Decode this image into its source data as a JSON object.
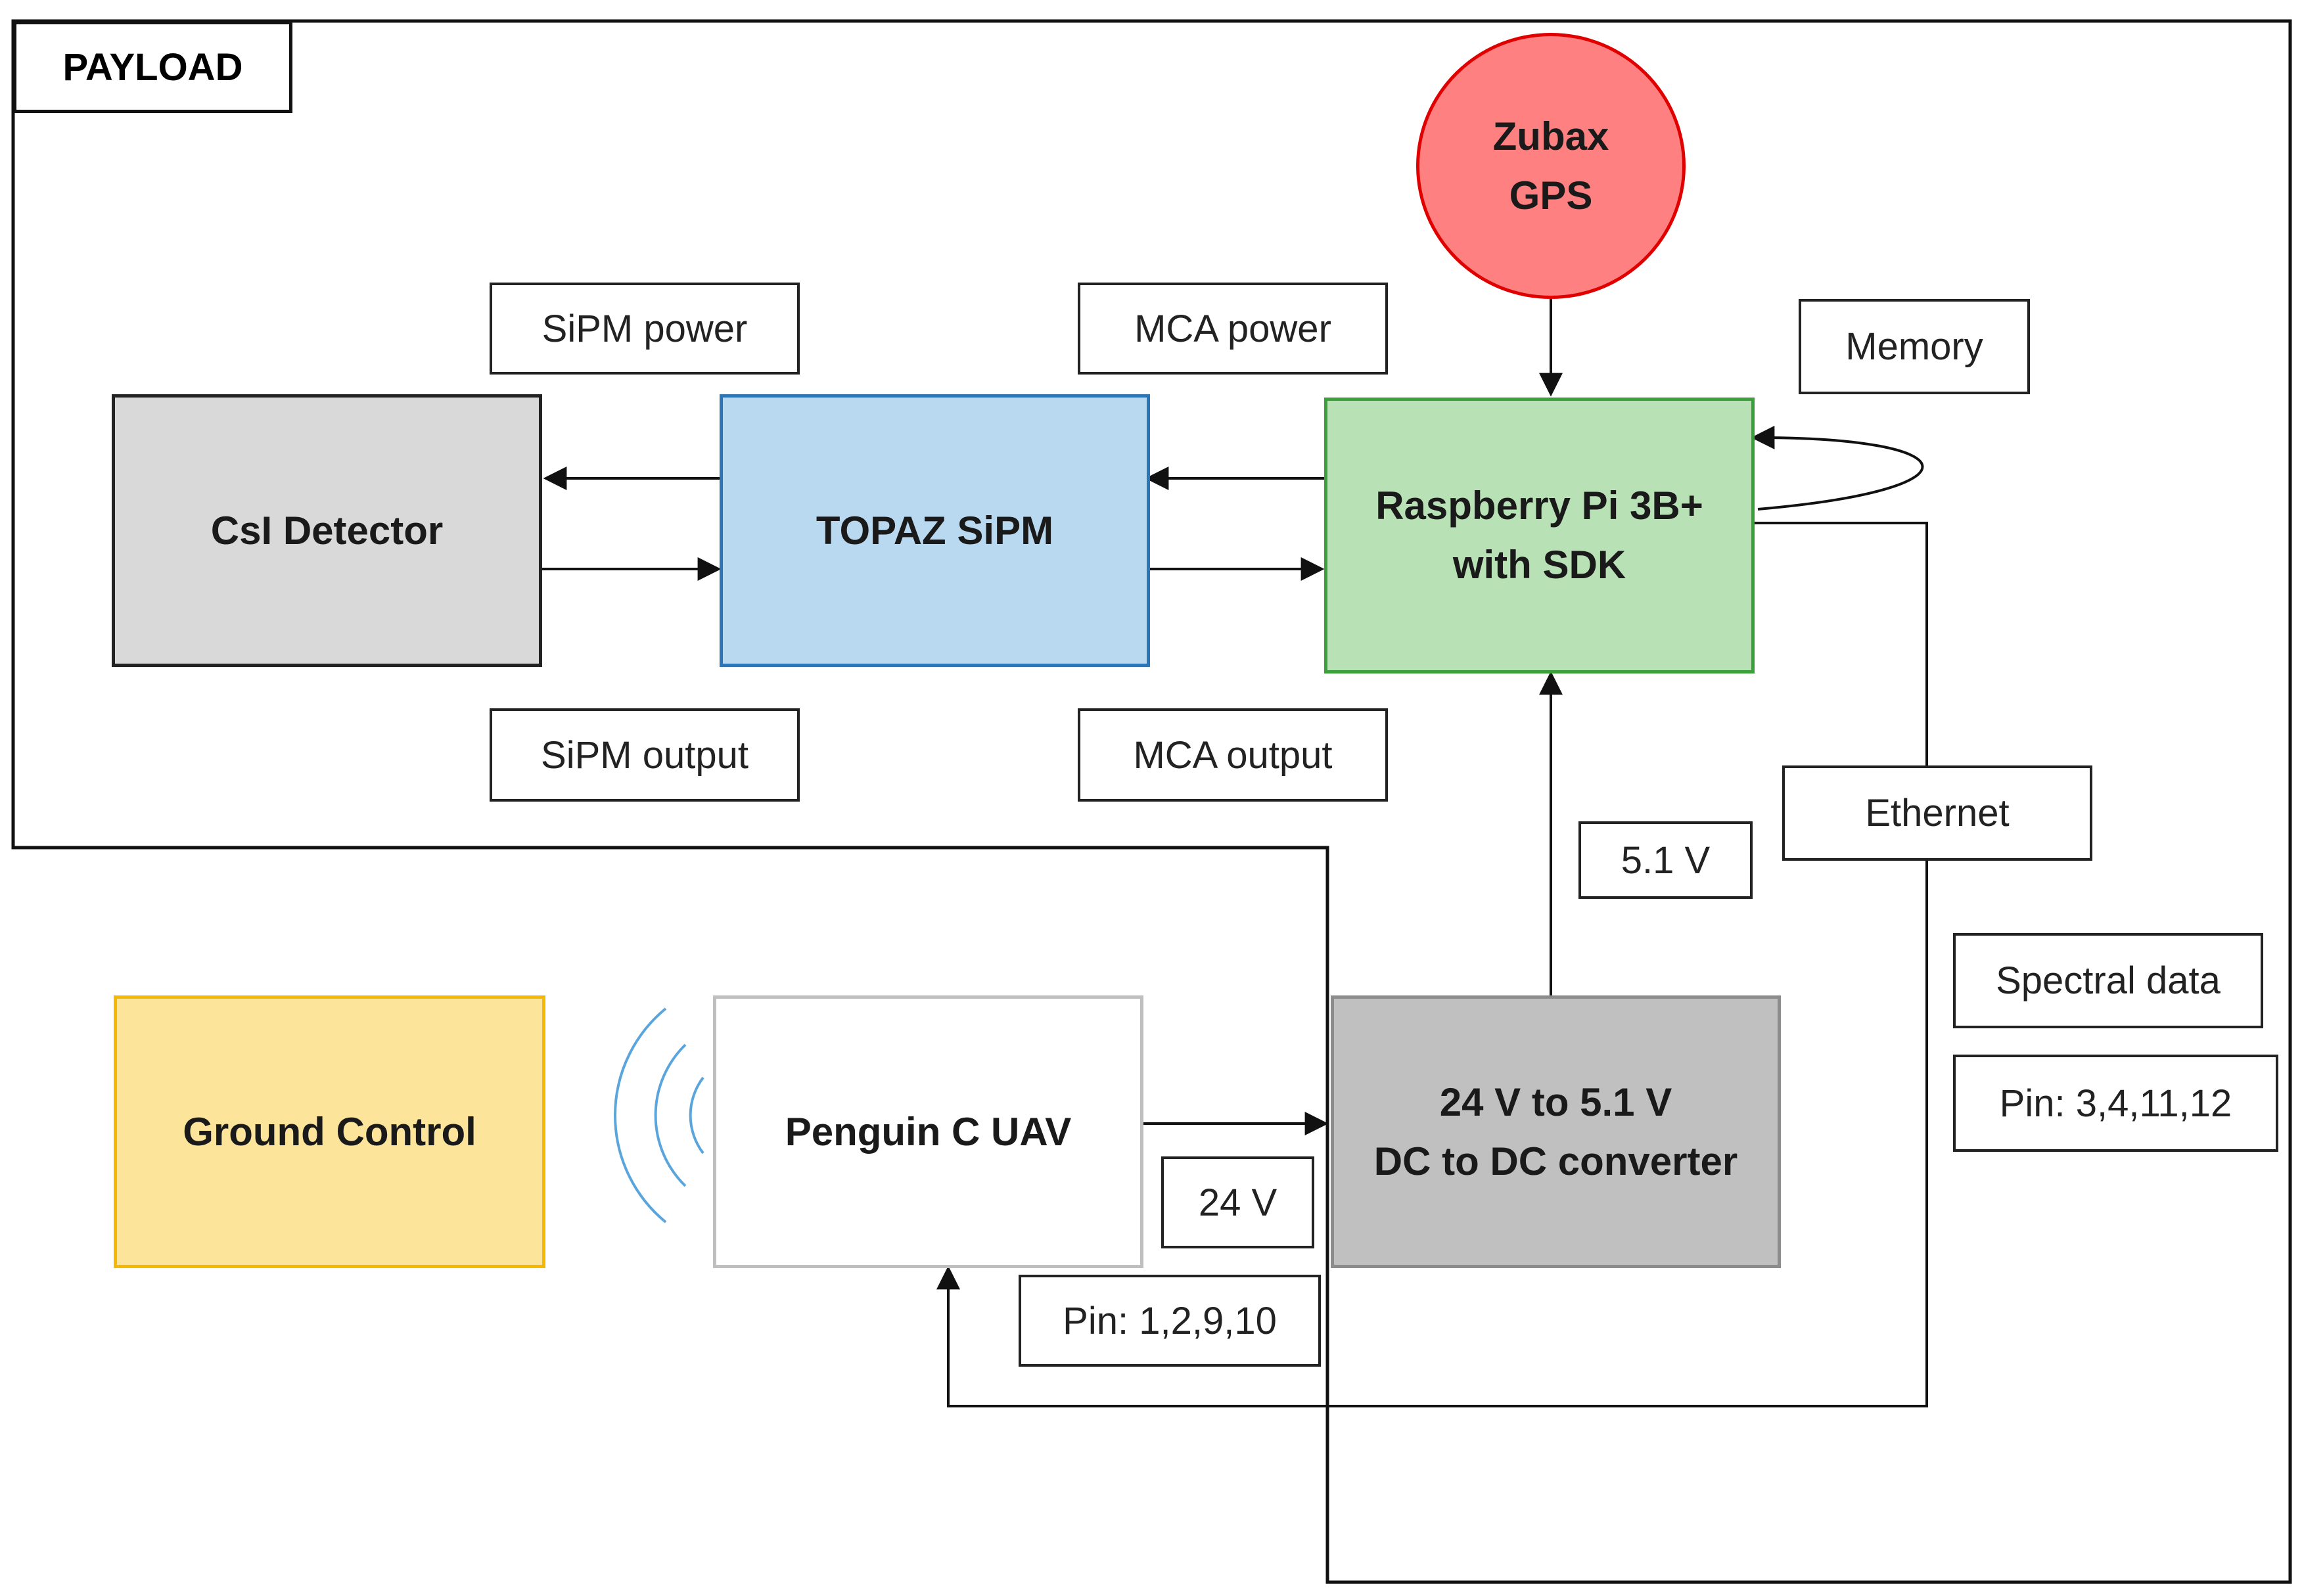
{
  "colors": {
    "line": "#111111",
    "detector_fill": "#d9d9d9",
    "sipm_fill": "#b9d9f0",
    "sipm_border": "#2e75b6",
    "pi_fill": "#b8e2b5",
    "pi_border": "#3aa13a",
    "gps_fill": "#ff8080",
    "gps_border": "#e00000",
    "ground_fill": "#fce59a",
    "ground_border": "#f5b800",
    "uav_border": "#bfbfbf",
    "converter_fill": "#c0c0c0",
    "converter_border": "#8c8c8c",
    "wireless": "#5aa5dc"
  },
  "payload": {
    "label": "PAYLOAD"
  },
  "blocks": {
    "csi_detector": "CsI Detector",
    "topaz_sipm": "TOPAZ SiPM",
    "raspberry_pi": [
      "Raspberry Pi 3B+",
      "with SDK"
    ],
    "zubax_gps": [
      "Zubax",
      "GPS"
    ],
    "ground_control": "Ground Control",
    "penguin_uav": "Penguin C UAV",
    "dc_converter": [
      "24 V to 5.1 V",
      "DC to DC converter"
    ]
  },
  "labels": {
    "sipm_power": "SiPM power",
    "sipm_output": "SiPM output",
    "mca_power": "MCA power",
    "mca_output": "MCA output",
    "memory": "Memory",
    "ethernet": "Ethernet",
    "volt_5_1": "5.1 V",
    "spectral_data": "Spectral data",
    "pins_3_4_11_12": "Pin: 3,4,11,12",
    "volt_24": "24 V",
    "pins_1_2_9_10": "Pin: 1,2,9,10"
  },
  "icons": {
    "wireless": "wireless-signal-icon",
    "arrow": "arrowhead-icon"
  }
}
